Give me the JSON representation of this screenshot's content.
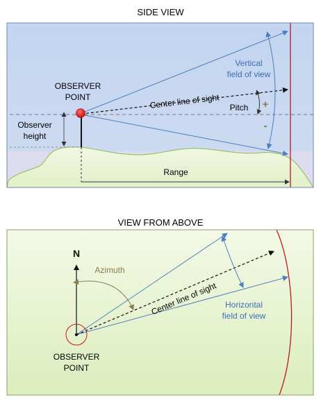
{
  "side_view": {
    "title": "SIDE VIEW",
    "observer_point_line1": "OBSERVER",
    "observer_point_line2": "POINT",
    "observer_height_line1": "Observer",
    "observer_height_line2": "height",
    "vertical_fov_line1": "Vertical",
    "vertical_fov_line2": "field of view",
    "center_line_of_sight": "Center line of sight",
    "pitch": "Pitch",
    "plus": "+",
    "minus": "-",
    "range": "Range"
  },
  "top_view": {
    "title": "VIEW FROM ABOVE",
    "north": "N",
    "azimuth": "Azimuth",
    "center_line_of_sight": "Center line of sight",
    "horizontal_fov_line1": "Horizontal",
    "horizontal_fov_line2": "field of view",
    "observer_point_line1": "OBSERVER",
    "observer_point_line2": "POINT"
  },
  "colors": {
    "sky": "#c5d6ef",
    "ground": "#e6f2cf",
    "ray": "#4a7ec3",
    "blue_text": "#3b6fb8",
    "azimuth_text": "#8a7d4e",
    "red": "#c0161d"
  }
}
